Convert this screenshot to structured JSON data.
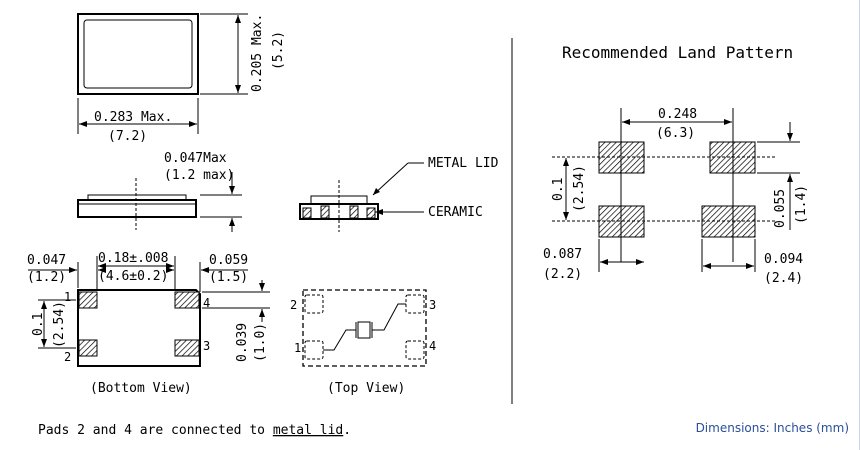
{
  "top_dims": {
    "length_in": "0.283 Max.",
    "length_mm": "(7.2)",
    "width_in": "0.205 Max.",
    "width_mm": "(5.2)"
  },
  "side_view": {
    "height_in": "0.047Max",
    "height_mm": "(1.2 max)"
  },
  "callouts": {
    "metal_lid": "METAL LID",
    "ceramic": "CERAMIC"
  },
  "bottom_view": {
    "dim_left_in": "0.047",
    "dim_left_mm": "(1.2)",
    "dim_center_in": "0.18±.008",
    "dim_center_mm": "(4.6±0.2)",
    "dim_right_in": "0.059",
    "dim_right_mm": "(1.5)",
    "pitch_in": "0.1",
    "pitch_mm": "(2.54)",
    "pad_h_in": "0.039",
    "pad_h_mm": "(1.0)",
    "pin_labels": [
      "1",
      "2",
      "3",
      "4"
    ],
    "caption": "(Bottom View)"
  },
  "top_view": {
    "pin_labels": [
      "1",
      "2",
      "3",
      "4"
    ],
    "caption": "(Top View)"
  },
  "land_pattern": {
    "title": "Recommended Land Pattern",
    "span_in": "0.248",
    "span_mm": "(6.3)",
    "pitch_in": "0.1",
    "pitch_mm": "(2.54)",
    "pad_h_in": "0.055",
    "pad_h_mm": "(1.4)",
    "left_in": "0.087",
    "left_mm": "(2.2)",
    "right_in": "0.094",
    "right_mm": "(2.4)"
  },
  "footer": {
    "note_prefix": "Pads 2 and 4 are connected to",
    "note_link": "metal lid",
    "note_suffix": ".",
    "units": "Dimensions: Inches (mm)"
  }
}
